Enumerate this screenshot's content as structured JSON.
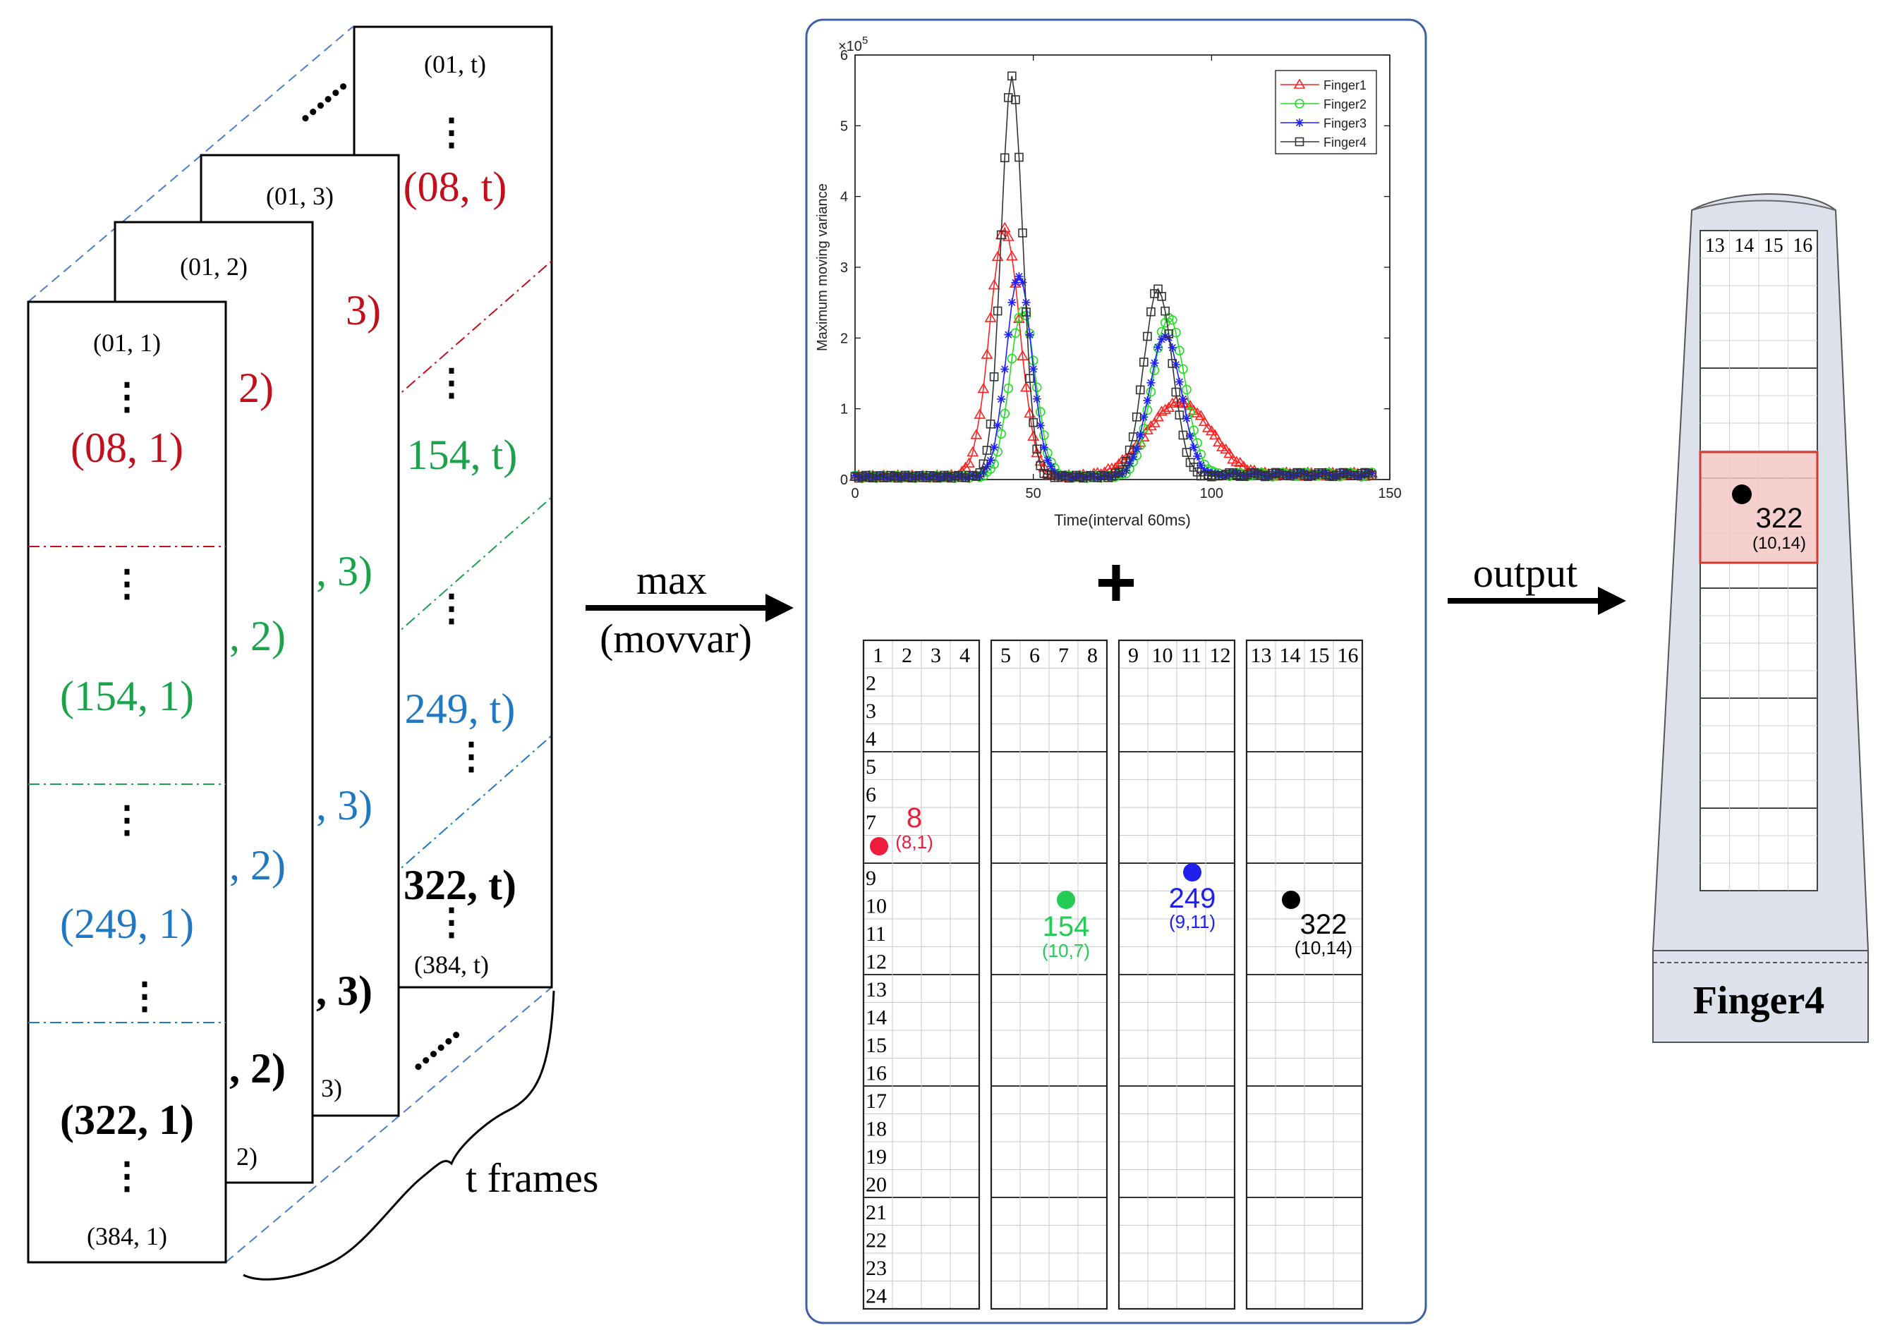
{
  "colors": {
    "red": "#c0101c",
    "green": "#1aa34a",
    "blue": "#1f78c1",
    "black": "#000000",
    "dashed_blue": "#4a7ed0",
    "panel_border": "#3f5fa8",
    "finger_fill": "#dde1ec",
    "highlight_fill": "#f4c8c4",
    "highlight_stroke": "#d03a30",
    "series_red": "#ff2020",
    "series_green": "#22dd22",
    "series_blue": "#1f1fff",
    "series_black": "#333333",
    "grid_red": "#ee1c3a",
    "grid_green": "#22cc55",
    "grid_blue": "#2020ee"
  },
  "frames": {
    "frame1": {
      "top": "(01, 1)",
      "red": "(08, 1)",
      "green": "(154, 1)",
      "blue": "(249, 1)",
      "black": "(322, 1)",
      "bottom": "(384, 1)"
    },
    "frame2": {
      "top": "(01, 2)",
      "red": "2)",
      "green": ", 2)",
      "blue": ", 2)",
      "black": ", 2)",
      "bottom": "2)"
    },
    "frame3": {
      "top": "(01, 3)",
      "red": "3)",
      "green": ", 3)",
      "blue": ", 3)",
      "black": ", 3)",
      "bottom": "3)"
    },
    "frameT": {
      "top": "(01, t)",
      "red": "(08, t)",
      "green": "154, t)",
      "blue": "249, t)",
      "black": "322, t)",
      "bottom": "(384, t)"
    },
    "dots_glyph": "⋮",
    "ellipsis_top": "......",
    "ellipsis_bottom": "......",
    "t_frames_label": "t frames"
  },
  "arrow1": {
    "top": "max",
    "bottom": "(movvar)"
  },
  "arrow2": {
    "label": "output"
  },
  "plus": "+",
  "chart_data": {
    "type": "line",
    "xlabel": "Time(interval 60ms)",
    "ylabel": "Maximum moving variance",
    "y_exponent": "×10",
    "y_exponent_power": "5",
    "xlim": [
      0,
      150
    ],
    "ylim": [
      0,
      6
    ],
    "xticks": [
      0,
      50,
      100,
      150
    ],
    "yticks": [
      0,
      1,
      2,
      3,
      4,
      5,
      6
    ],
    "grid": false,
    "legend_position": "top-right",
    "series": [
      {
        "name": "Finger1",
        "marker": "triangle",
        "color": "#ff2020",
        "peaks": [
          {
            "center": 42,
            "height": 3.5,
            "width": 4.2
          },
          {
            "center": 91,
            "height": 1.05,
            "width": 9
          }
        ]
      },
      {
        "name": "Finger2",
        "marker": "circle",
        "color": "#22dd22",
        "peaks": [
          {
            "center": 47,
            "height": 2.35,
            "width": 3.6
          },
          {
            "center": 88,
            "height": 2.25,
            "width": 4.5
          }
        ]
      },
      {
        "name": "Finger3",
        "marker": "star",
        "color": "#1f1fff",
        "peaks": [
          {
            "center": 46,
            "height": 2.85,
            "width": 3.6
          },
          {
            "center": 87,
            "height": 2.0,
            "width": 4.5
          }
        ]
      },
      {
        "name": "Finger4",
        "marker": "square",
        "color": "#333333",
        "peaks": [
          {
            "center": 44,
            "height": 5.65,
            "width": 3.0
          },
          {
            "center": 85,
            "height": 2.65,
            "width": 4.0
          }
        ]
      }
    ]
  },
  "grid": {
    "col_headers": [
      "1",
      "2",
      "3",
      "4",
      "5",
      "6",
      "7",
      "8",
      "9",
      "10",
      "11",
      "12",
      "13",
      "14",
      "15",
      "16"
    ],
    "row_labels": [
      "2",
      "3",
      "4",
      "5",
      "6",
      "7",
      "9",
      "10",
      "11",
      "12",
      "13",
      "14",
      "15",
      "16",
      "17",
      "18",
      "19",
      "20",
      "21",
      "22",
      "23",
      "24"
    ],
    "points": [
      {
        "value": "8",
        "coord": "(8,1)",
        "color": "#ee1c3a"
      },
      {
        "value": "154",
        "coord": "(10,7)",
        "color": "#22cc55"
      },
      {
        "value": "249",
        "coord": "(9,11)",
        "color": "#2020ee"
      },
      {
        "value": "322",
        "coord": "(10,14)",
        "color": "#000000"
      }
    ]
  },
  "finger": {
    "headers": [
      "13",
      "14",
      "15",
      "16"
    ],
    "value": "322",
    "coord": "(10,14)",
    "label": "Finger4"
  }
}
